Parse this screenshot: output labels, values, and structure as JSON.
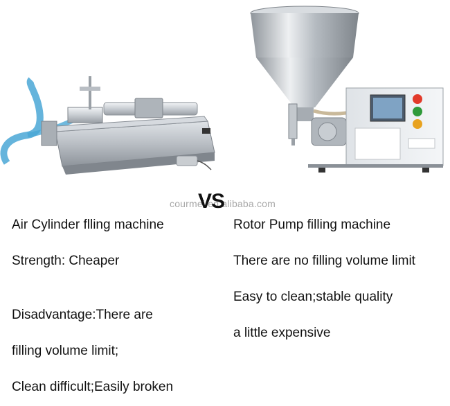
{
  "watermark": "courmei.en.alibaba.com",
  "vs_label": "VS",
  "left": {
    "title": "Air Cylinder flling machine",
    "strength": "Strength: Cheaper",
    "disadvantage_line1": "Disadvantage:There are",
    "disadvantage_line2": "filling volume limit;",
    "disadvantage_line3": "Clean difficult;Easily broken"
  },
  "right": {
    "title": "Rotor Pump filling machine",
    "point1": "There are no filling volume limit",
    "point2": "Easy to clean;stable quality",
    "point3": "a little expensive"
  },
  "colors": {
    "steel": "#b9bec4",
    "hose": "#4aa7d6",
    "text": "#111111",
    "watermark": "#a8a8a8"
  }
}
